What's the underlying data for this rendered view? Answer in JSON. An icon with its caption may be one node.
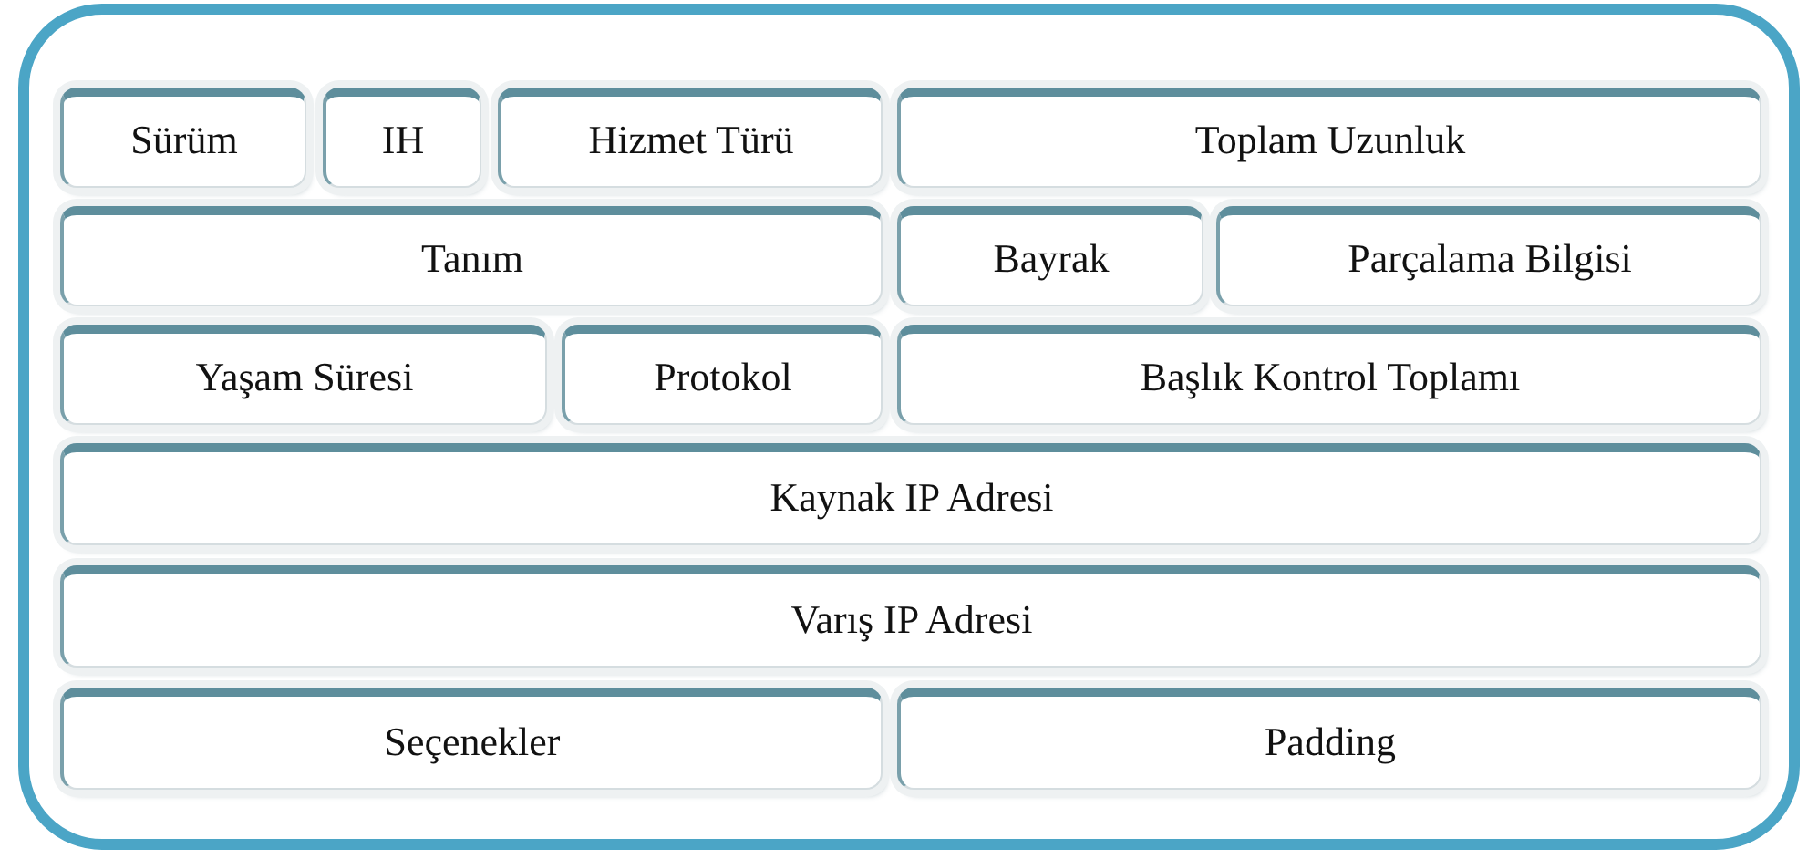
{
  "diagram": {
    "nodes": [
      {
        "text": [],
        "shape": "box"
      },
      {
        "text": [
          "Sürüm"
        ],
        "in": 0
      },
      {
        "text": [
          "IH"
        ],
        "in": 0
      },
      {
        "text": [
          "Hizmet Türü"
        ],
        "in": 0
      },
      {
        "text": [
          "Toplam Uzunluk"
        ],
        "in": 0
      },
      {
        "text": [
          "Tanım"
        ],
        "in": 0
      },
      {
        "text": [
          "Bayrak"
        ],
        "in": 0
      },
      {
        "text": [
          "Parçalama Bilgisi"
        ],
        "in": 0
      },
      {
        "text": [
          "Yaşam Süresi"
        ],
        "in": 0
      },
      {
        "text": [
          "Protokol"
        ],
        "in": 0
      },
      {
        "text": [
          "Başlık Kontrol Toplamı"
        ],
        "in": 0
      },
      {
        "text": [
          "Kaynak IP Adresi"
        ],
        "in": 0
      },
      {
        "text": [
          "Varış IP Adresi"
        ],
        "in": 0
      },
      {
        "text": [
          "Seçenekler"
        ],
        "in": 0
      },
      {
        "text": [
          "Padding"
        ],
        "in": 0
      }
    ]
  }
}
